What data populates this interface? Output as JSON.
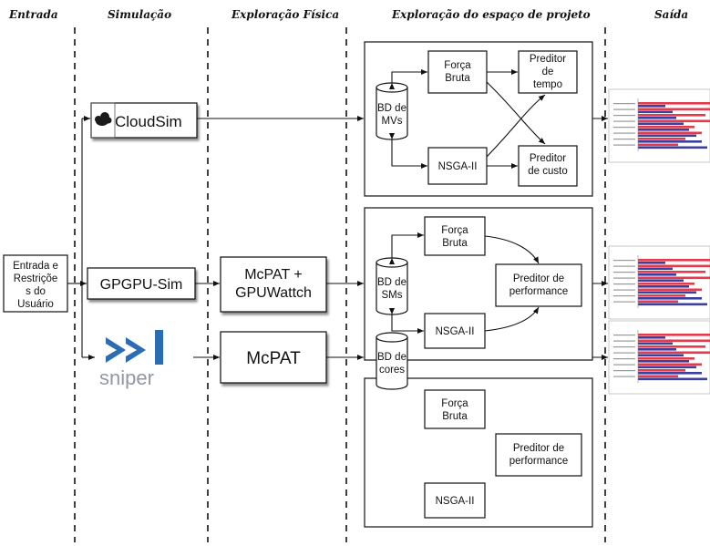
{
  "headers": {
    "entrada": "Entrada",
    "simulacao": "Simulação",
    "exploracao_fisica": "Exploração Física",
    "exploracao_espaco": "Exploração do espaço de projeto",
    "saida": "Saída"
  },
  "input_box": {
    "lines": [
      "Entrada e",
      "Restriçõe",
      "s do",
      "Usuário"
    ]
  },
  "simulators": {
    "cloudsim": "CloudSim",
    "gpgpusim": "GPGPU-Sim",
    "sniper": "sniper"
  },
  "physical": {
    "mcpat_gpuwattch": [
      "McPAT +",
      "GPUWattch"
    ],
    "mcpat": "McPAT"
  },
  "panel1": {
    "db": [
      "BD de",
      "MVs"
    ],
    "brute": [
      "Força",
      "Bruta"
    ],
    "nsga": "NSGA-II",
    "pred_time": [
      "Preditor",
      "de",
      "tempo"
    ],
    "pred_cost": [
      "Preditor",
      "de custo"
    ]
  },
  "panel2": {
    "db": [
      "BD de",
      "SMs"
    ],
    "brute": [
      "Força",
      "Bruta"
    ],
    "nsga": "NSGA-II",
    "pred": [
      "Preditor de",
      "performance"
    ]
  },
  "panel3": {
    "db": [
      "BD de",
      "cores"
    ],
    "brute": [
      "Força",
      "Bruta"
    ],
    "nsga": "NSGA-II",
    "pred": [
      "Preditor de",
      "performance"
    ]
  },
  "colors": {
    "cloudsim_icon": "#1a1a1a",
    "sniper_blue": "#2b6cb3",
    "sniper_gray": "#8c9aa6",
    "output_red": "#e53a4c",
    "output_blue": "#3b3fa0"
  }
}
